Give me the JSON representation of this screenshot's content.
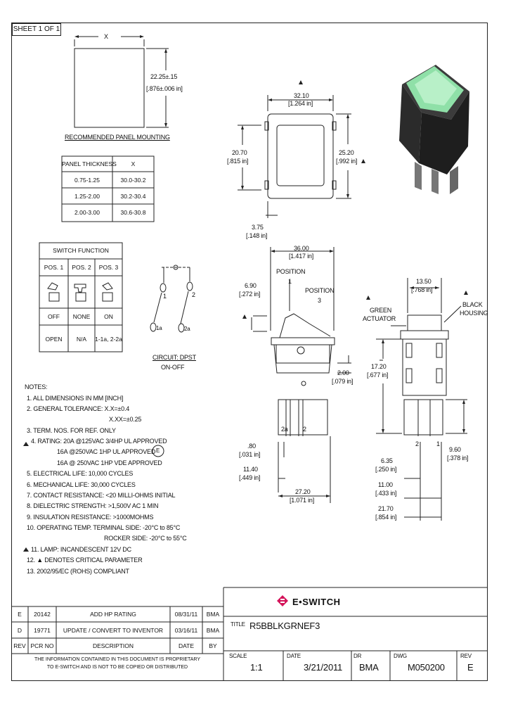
{
  "sheet_label": "SHEET 1 OF 1",
  "panel": {
    "width_label": "X",
    "height_mm": "22.25±.15",
    "height_in": "[.876±.006 in]",
    "caption": "RECOMMENDED PANEL MOUNTING",
    "table": {
      "headers": [
        "PANEL THICKNESS",
        "X"
      ],
      "rows": [
        [
          "0.75-1.25",
          "30.0-30.2"
        ],
        [
          "1.25-2.00",
          "30.2-30.4"
        ],
        [
          "2.00-3.00",
          "30.6-30.8"
        ]
      ]
    }
  },
  "switch_function": {
    "title": "SWITCH FUNCTION",
    "positions": [
      "POS. 1",
      "POS. 2",
      "POS. 3"
    ],
    "states": [
      "OFF",
      "NONE",
      "ON"
    ],
    "connections": [
      "OPEN",
      "N/A",
      "1-1a, 2-2a"
    ]
  },
  "circuit": {
    "caption": "CIRCUIT: DPST",
    "caption2": "ON-OFF",
    "terminal_1": "1",
    "terminal_2": "2",
    "terminal_1a": "1a",
    "terminal_2a": "2a"
  },
  "front_view": {
    "width_mm": "32.10",
    "width_in": "[1.264 in]",
    "height_mm": "20.70",
    "height_in": "[.815 in]",
    "outer_mm": "25.20",
    "outer_in": "[.992 in]",
    "bottom_mm": "3.75",
    "bottom_in": "[.148 in]"
  },
  "side_view": {
    "width_mm": "36.00",
    "width_in": "[1.417 in]",
    "pos1_label": "POSITION",
    "pos1_num": "1",
    "pos3_label": "POSITION",
    "pos3_num": "3",
    "offset_mm": "6.90",
    "offset_in": "[.272 in]",
    "step_mm": "2.00",
    "step_in": "[.079 in]",
    "pin_mm": ".80",
    "pin_in": "[.031 in]",
    "pin_len_mm": "11.40",
    "pin_len_in": "[.449 in]",
    "base_mm": "27.20",
    "base_in": "[1.071 in]",
    "term_2a": "2a",
    "term_2": "2"
  },
  "end_view": {
    "width_mm": "13.50",
    "width_in": "[.768 in]",
    "actuator_label": "GREEN",
    "actuator_label2": "ACTUATOR",
    "housing_label": "BLACK",
    "housing_label2": "HOUSING",
    "body_mm": "17.20",
    "body_in": "[.677 in]",
    "term_2": "2",
    "term_1": "1",
    "d1_mm": "6.35",
    "d1_in": "[.250 in]",
    "d2_mm": "11.00",
    "d2_in": "[.433 in]",
    "d3_mm": "21.70",
    "d3_in": "[.854 in]",
    "d4_mm": "9.60",
    "d4_in": "[.378 in]"
  },
  "notes": {
    "title": "NOTES:",
    "lines": [
      "1. ALL DIMENSIONS IN MM [INCH]",
      "2. GENERAL TOLERANCE: X.X=±0.4",
      "X.XX=±0.25",
      "3. TERM. NOS. FOR REF. ONLY",
      "4. RATING: 20A @125VAC 3/4HP UL APPROVED",
      "16A @250VAC 1HP UL APPROVED",
      "16A @ 250VAC 1HP VDE APPROVED",
      "5. ELECTRICAL LIFE: 10,000 CYCLES",
      "6. MECHANICAL LIFE: 30,000 CYCLES",
      "7. CONTACT RESISTANCE: <20 MILLI-OHMS INITIAL",
      "8. DIELECTRIC STRENGTH: >1,500V AC 1 MIN",
      "9. INSULATION RESISTANCE: >1000MOHMS",
      "10. OPERATING TEMP. TERMINAL SIDE: -20°C to 85°C",
      "ROCKER SIDE: -20°C to 55°C",
      "11. LAMP: INCANDESCENT 12V DC",
      "12. ▲ DENOTES CRITICAL PARAMETER",
      "13. 2002/95/EC (ROHS) COMPLIANT"
    ],
    "vde_mark": "E"
  },
  "revisions": {
    "rows": [
      {
        "rev": "E",
        "pcr": "20142",
        "desc": "ADD HP RATING",
        "date": "08/31/11",
        "by": "BMA"
      },
      {
        "rev": "D",
        "pcr": "19771",
        "desc": "UPDATE / CONVERT TO INVENTOR",
        "date": "03/16/11",
        "by": "BMA"
      }
    ],
    "headers": {
      "rev": "REV",
      "pcr": "PCR NO",
      "desc": "DESCRIPTION",
      "date": "DATE",
      "by": "BY"
    },
    "proprietary_1": "THE INFORMATION CONTAINED IN THIS DOCUMENT IS PROPRIETARY",
    "proprietary_2": "TO E-SWITCH AND IS NOT TO BE COPIED OR DISTRIBUTED"
  },
  "title_block": {
    "brand": "E•SWITCH",
    "title_label": "TITLE",
    "title": "R5BBLKGRNEF3",
    "scale_label": "SCALE",
    "scale": "1:1",
    "date_label": "DATE",
    "date": "3/21/2011",
    "dr_label": "DR",
    "dr": "BMA",
    "dwg_label": "DWG",
    "dwg": "M050200",
    "rev_label": "REV",
    "rev": "E"
  },
  "colors": {
    "actuator_green": "#8fe0a8",
    "housing_black": "#2b2b2b",
    "brand_red": "#d4145a"
  }
}
